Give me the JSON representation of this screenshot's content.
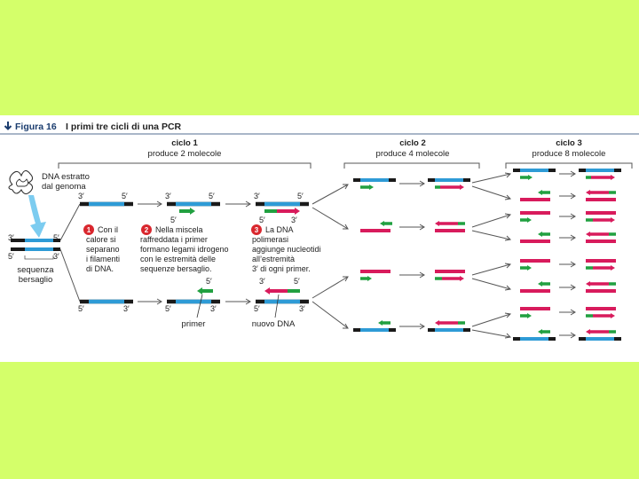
{
  "figure": {
    "label": "Figura 16",
    "title": "I primi tre cicli di una PCR",
    "arrow_icon": "down-arrow-icon"
  },
  "cycles": [
    {
      "title": "ciclo 1",
      "subtitle": "produce 2 molecole"
    },
    {
      "title": "ciclo 2",
      "subtitle": "produce 4 molecole"
    },
    {
      "title": "ciclo 3",
      "subtitle": "produce 8 molecole"
    }
  ],
  "genome": {
    "label_line1": "DNA estratto",
    "label_line2": "dal genoma",
    "target_line1": "sequenza",
    "target_line2": "bersaglio"
  },
  "ends": {
    "five": "5′",
    "three": "3′"
  },
  "steps": [
    {
      "number": "1",
      "lines": [
        "Con il",
        "calore si",
        "separano",
        "i filamenti",
        "di DNA."
      ]
    },
    {
      "number": "2",
      "lines": [
        "Nella miscela",
        "raffreddata i primer",
        "formano legami idrogeno",
        "con le estremità delle",
        "sequenze bersaglio."
      ]
    },
    {
      "number": "3",
      "lines": [
        "La DNA",
        "polimerasi",
        "aggiunge nucleotidi",
        "all’estremità",
        "3′ di ogni primer."
      ]
    }
  ],
  "labels": {
    "primer": "primer",
    "new_dna": "nuovo DNA"
  },
  "colors": {
    "background": "#d4ff6a",
    "template_dna": "#2e9bd6",
    "dna_ends": "#1a1a1a",
    "primer": "#21a040",
    "new_dna": "#d81b5c",
    "accent": "#1a3c6e",
    "step_badge": "#d9272e",
    "genome_arrow": "#6ec6ee"
  }
}
